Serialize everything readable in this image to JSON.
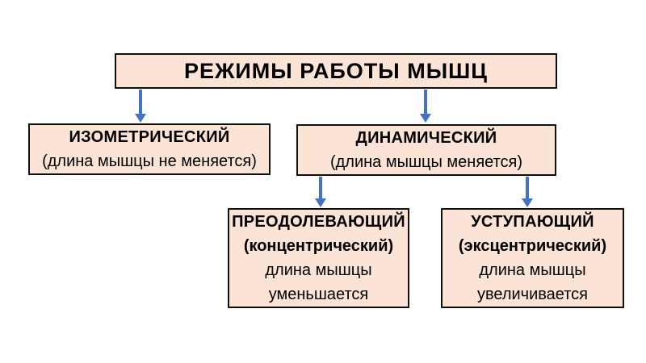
{
  "diagram": {
    "root": {
      "title": "РЕЖИМЫ РАБОТЫ МЫШЦ"
    },
    "nodes": [
      {
        "id": "isometric",
        "title": "ИЗОМЕТРИЧЕСКИЙ",
        "note": "(длина мышцы не меняется)"
      },
      {
        "id": "dynamic",
        "title": "ДИНАМИЧЕСКИЙ",
        "note": "(длина мышцы меняется)"
      },
      {
        "id": "overcoming",
        "title": "ПРЕОДОЛЕВАЮЩИЙ",
        "note": "(концентрический)",
        "detail1": "длина мышцы",
        "detail2": "уменьшается"
      },
      {
        "id": "yielding",
        "title": "УСТУПАЮЩИЙ",
        "note": "(эксцентрический)",
        "detail1": "длина мышцы",
        "detail2": "увеличивается"
      }
    ],
    "edges": [
      {
        "from": "root",
        "to": "isometric"
      },
      {
        "from": "root",
        "to": "dynamic"
      },
      {
        "from": "dynamic",
        "to": "overcoming"
      },
      {
        "from": "dynamic",
        "to": "yielding"
      }
    ],
    "colors": {
      "box_fill": "#fbe4d6",
      "box_border": "#111111",
      "arrow": "#4472c4",
      "text": "#000000",
      "background": "#ffffff"
    }
  }
}
